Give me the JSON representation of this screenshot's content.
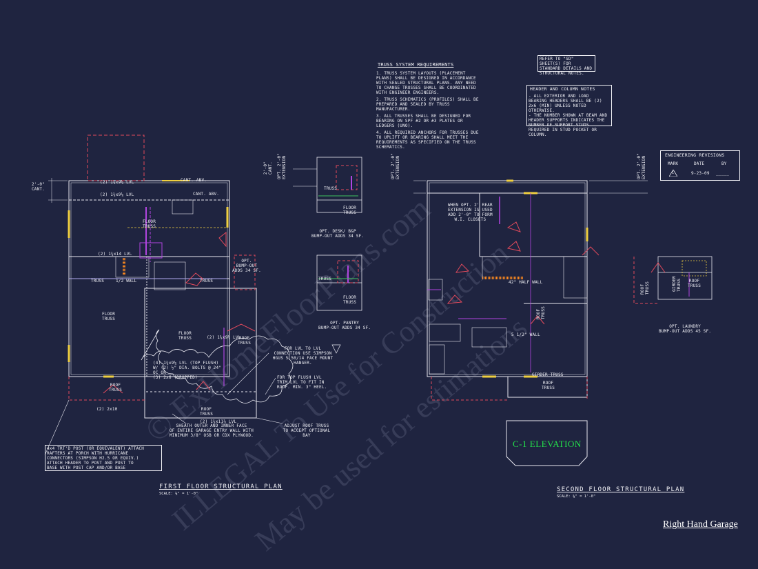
{
  "watermarks": [
    "© ExHomeFloorPlans.com",
    "ILLEGAL To Use for Construction",
    "May be used for estimations"
  ],
  "truss_notes": {
    "heading": "TRUSS SYSTEM REQUIREMENTS",
    "items": [
      "1. TRUSS SYSTEM LAYOUTS (PLACEMENT PLANS) SHALL BE DESIGNED IN ACCORDANCE WITH SEALED STRUCTURAL PLANS. ANY NEED TO CHANGE TRUSSES SHALL BE COORDINATED WITH ENGINEER ENGINEERS.",
      "2. TRUSS SCHEMATICS (PROFILES) SHALL BE PREPARED AND SEALED BY TRUSS MANUFACTURER.",
      "3. ALL TRUSSES SHALL BE DESIGNED FOR BEARING ON SPF #2 OR #3 PLATES OR LEDGERS (UNO).",
      "4. ALL REQUIRED ANCHORS FOR TRUSSES DUE TO UPLIFT OR BEARING SHALL MEET THE REQUIREMENTS AS SPECIFIED ON THE TRUSS SCHEMATICS."
    ]
  },
  "refer_note": "REFER TO \"SD\" SHEET(S) FOR STANDARD DETAILS AND STRUCTURAL NOTES.",
  "header_notes": {
    "heading": "HEADER AND COLUMN NOTES",
    "text": "- ALL EXTERIOR AND LOAD BEARING HEADERS SHALL BE (2) 2x6 (MIN) UNLESS NOTED OTHERWISE.\n- THE NUMBER SHOWN AT BEAM AND HEADER SUPPORTS INDICATES THE NUMBER OF SUPPORT STUDS REQUIRED IN STUD POCKET OR COLUMN."
  },
  "revisions": {
    "heading": "ENGINEERING REVISIONS",
    "col_mark": "MARK",
    "col_date": "DATE",
    "col_by": "BY",
    "mark": "1",
    "date": "9-23-09",
    "by": "_____"
  },
  "first_floor": {
    "title": "FIRST FLOOR STRUCTURAL PLAN",
    "scale": "SCALE: ⅛\" = 1'-0\"",
    "labels": {
      "lvl1": "(2) 1¾x9¼ LVL",
      "lvl2": "(2) 1¾x9¼ LVL",
      "lvl3": "(2) 1¾x14 LVL",
      "lvl4": "(2) 1¾x9¼ LVL",
      "lvl5": "(2) 1¾x11⅞ LVL",
      "cant1": "CANT. ABV.",
      "cant2": "CANT. ABV.",
      "floor_truss1": "FLOOR\nTRUSS",
      "floor_truss2": "FLOOR\nTRUSS",
      "floor_truss3": "FLOOR\nTRUSS",
      "roof_truss1": "ROOF\nTRUSS",
      "roof_truss2": "ROOF\nTRUSS",
      "roof_truss3": "ROOF\nTRUSS",
      "truss1": "TRUSS",
      "truss2": "TRUSS",
      "half_wall": "1/2 WALL",
      "bumpout": "OPT.\nBUMP-OUT\nADDS 34 SF.",
      "hdr2x10": "(2) 2x10",
      "cloud_note": "(4) 1¾x9¼ LVL (TOP FLUSH)\nW/ (2) ½\" DIA. BOLTS @ 24\"\nOC OR\n(3) 2x6 (DROPPED)",
      "hgus_note": "FOR LVL TO LVL\nCONNECTION USE SIMPSON\nHGUS 5.50/14 FACE MOUNT\nHANGER.",
      "flush_note": "FOR TOP FLUSH LVL\nTRIM LVL TO FIT IN\nROOF. MIN. 3\" HEEL.",
      "sheath_note": "SHEATH OUTER AND INNER FACE\nOF ENTIRE GARAGE ENTRY WALL WITH\nMINIMUM 3/8\" OSB OR CDX PLYWOOD.",
      "adjust_note": "ADJUST ROOF TRUSS\nTO ACCEPT OPTIONAL BAY",
      "post_note": "4x4 TRT'D POST (OR EQUIVALENT) ATTACH\nRAFTERS AT PORCH WITH HURRICANE\nCONNECTORS (SIMPSON H2.5 OR EQUIV.)\nATTACH HEADER TO POST AND POST TO\nBASE WITH POST CAP AND/OR BASE",
      "dim_cant": "2'-0\"\nCANT."
    }
  },
  "options_mid": {
    "desk_label": "OPT. DESK/ B&P\nBUMP-OUT ADDS 34 SF.",
    "pantry_label": "OPT. PANTRY\nBUMP-OUT ADDS 34 SF.",
    "floor_truss": "FLOOR\nTRUSS",
    "truss": "TRUSS",
    "dim_ext": "OPT. 2'-0\"\nEXTENSION",
    "dim_cant": "2'-0\"\nCANT."
  },
  "second_floor": {
    "title": "SECOND FLOOR STRUCTURAL PLAN",
    "scale": "SCALE: ⅛\" = 1'-0\"",
    "labels": {
      "rear_ext": "WHEN OPT. 2' REAR\nEXTENSION IS USED\nADD 2'-0\" TO FORM\nW.I. CLOSETS",
      "half_wall": "42\" HALF WALL",
      "wall": "5 1/2\" WALL",
      "girder": "GIRDER TRUSS",
      "roof_truss": "ROOF\nTRUSS",
      "roof_truss2": "ROOF\nTRUSS",
      "dim_ext1": "OPT. 2'-0\"\nEXTENSION",
      "dim_ext2": "OPT. 2'-0\"\nEXTENSION"
    },
    "elevation": "C-1 ELEVATION"
  },
  "laundry": {
    "label": "OPT. LAUNDRY\nBUMP-OUT ADDS 45 SF.",
    "roof_truss": "ROOF\nTRUSS",
    "roof_truss2": "ROOF\nTRUSS",
    "girder": "GIRDER\nTRUSS"
  },
  "corner_label": "Right Hand Garage"
}
